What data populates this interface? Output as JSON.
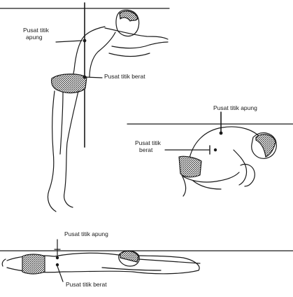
{
  "figures": {
    "standing": {
      "buoyancy_label_line1": "Pusat titik",
      "buoyancy_label_line2": "apung",
      "gravity_label": "Pusat titik berat"
    },
    "tuck": {
      "buoyancy_label": "Pusat titik apung",
      "gravity_label_line1": "Pusat titik",
      "gravity_label_line2": "berat"
    },
    "prone": {
      "buoyancy_label": "Pusat titik apung",
      "gravity_label": "Pusat titik berat"
    }
  },
  "colors": {
    "ink": "#1a1a1a",
    "background": "#ffffff",
    "swimsuit": "#2b2b2b"
  }
}
